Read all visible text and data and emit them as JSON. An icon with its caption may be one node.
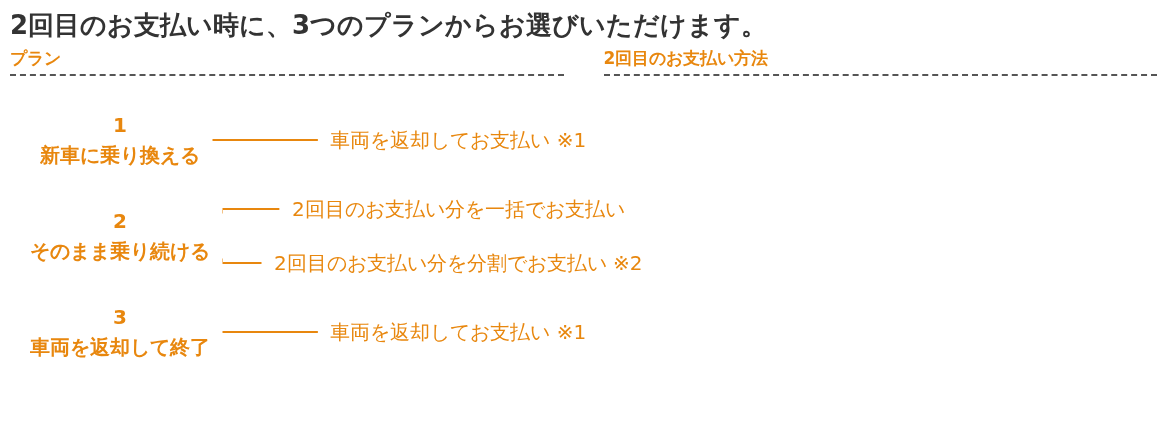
{
  "diagram": {
    "title": "2回目のお支払い時に、3つのプランからお選びいただけます。",
    "nodes": [
      {
        "text": [
          "1",
          "新車に乗り換える"
        ]
      },
      {
        "text": [
          "車両を返却してお支払い",
          "※1"
        ]
      },
      {
        "text": [
          "2",
          "そのまま乗り続ける"
        ]
      },
      {
        "text": [
          "2回目のお支払い分を一括でお支払い"
        ]
      },
      {
        "text": [
          "2回目のお支払い分を分割でお支払い",
          "※2"
        ]
      },
      {
        "text": [
          "3",
          "車両を返却して終了"
        ]
      },
      {
        "text": [
          "車両を返却してお支払い",
          "※1"
        ]
      }
    ],
    "edges": [
      {
        "from": 0,
        "to": 1,
        "arrow": "none"
      },
      {
        "from": 2,
        "to": 3,
        "arrow": "none"
      },
      {
        "from": 2,
        "to": 4,
        "arrow": "none"
      },
      {
        "from": 5,
        "to": 6,
        "arrow": "none"
      }
    ],
    "labels": [
      "プラン",
      "2回目のお支払い方法"
    ]
  }
}
